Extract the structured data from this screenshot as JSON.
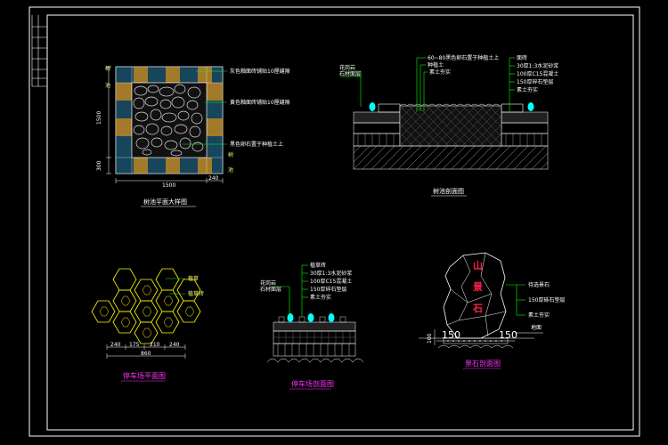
{
  "titles": {
    "plan": "树池平面大样图",
    "section": "树池剖面图",
    "paver_plan": "停车场平面图",
    "paver_section": "停车场剖面图",
    "rock": "景石剖面图"
  },
  "plan_callouts": {
    "c1": "灰色釉面砖铺贴10厘缝隙",
    "c2": "黄色釉面砖铺贴10厘缝隙",
    "c3": "黑色卵石置于种植土上",
    "left_a": "树",
    "left_b": "池",
    "right_a": "树",
    "right_b": "池"
  },
  "plan_dims": {
    "height": "1500",
    "small": "300",
    "width": "1500",
    "right": "240"
  },
  "section_callouts": {
    "top": "60~80黑色卵石置于种植土上",
    "mid1": "种植土",
    "mid2": "素土夯实",
    "r1": "面砖",
    "r2": "30厚1:3水泥砂浆",
    "r3": "100厚C15混凝土",
    "r4": "150厚碎石垫层",
    "r5": "素土夯实",
    "left1": "花岗岩",
    "left2": "石材面层"
  },
  "paver_callouts": {
    "a": "植草",
    "b": "植草砖"
  },
  "paver_dims": {
    "d1": "240",
    "d2": "175",
    "d3": "210",
    "d4": "240",
    "total": "860"
  },
  "paver_section_callouts": {
    "r1": "植草砖",
    "r2": "30厚1:3水泥砂浆",
    "r3": "100厚C15混凝土",
    "r4": "150厚碎石垫层",
    "r5": "素土夯实",
    "left1": "花岗岩",
    "left2": "石材面层"
  },
  "rock_callouts": {
    "r1": "待选景石",
    "r2": "150厚砾石垫层",
    "r3": "素土夯实",
    "ground": "地面",
    "d_left": "150",
    "d_right": "150",
    "d_height": "100"
  },
  "rock_text": [
    "山",
    "景",
    "石"
  ],
  "colors": {
    "background": "#000000",
    "line": "#ffffff",
    "leader": "#00ff00",
    "cyan": "#00ffff",
    "yellow": "#ffff00",
    "magenta": "#ff33ff",
    "red": "#ff2244"
  }
}
